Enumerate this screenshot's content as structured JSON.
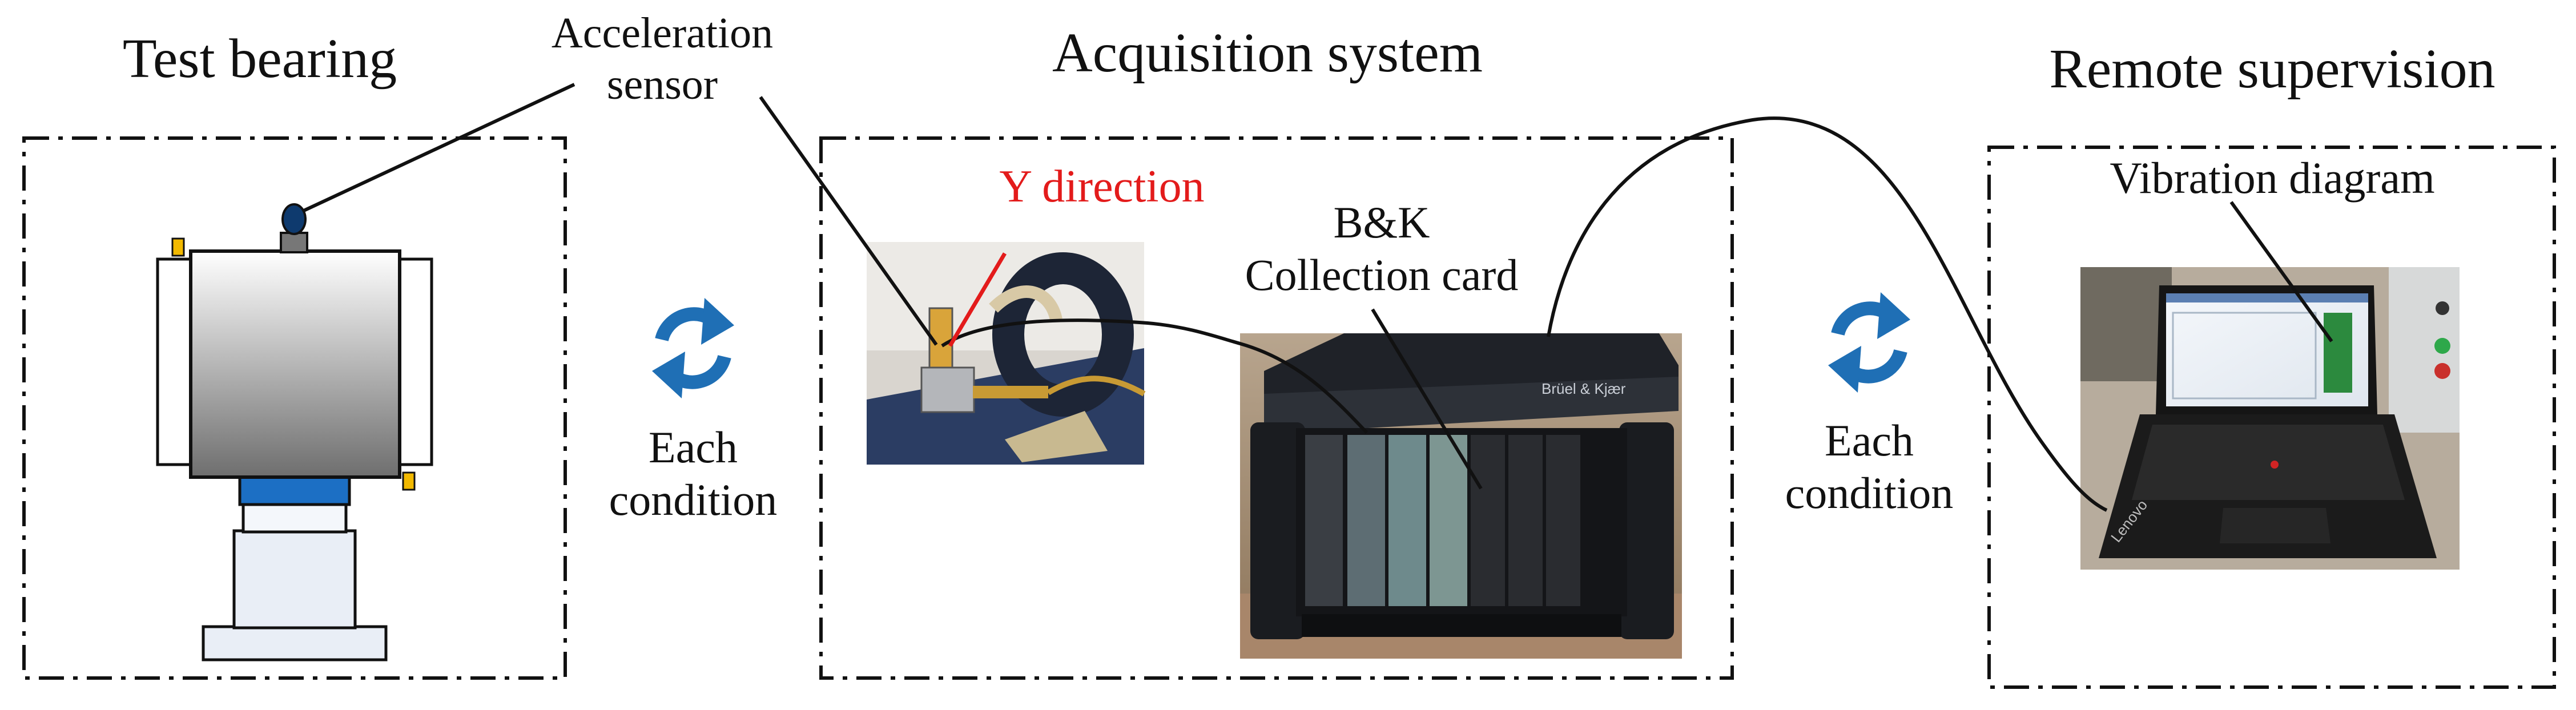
{
  "labels": {
    "test_bearing": "Test bearing",
    "acceleration_sensor_line1": "Acceleration",
    "acceleration_sensor_line2": "sensor",
    "acquisition_system": "Acquisition system",
    "remote_supervision": "Remote supervision",
    "y_direction": "Y direction",
    "bk_line1": "B&K",
    "bk_line2": "Collection card",
    "vibration_diagram": "Vibration diagram",
    "each_condition_line1": "Each",
    "each_condition_line2": "condition"
  },
  "device_text": {
    "card_brand": "Brüel & Kjær",
    "laptop_brand": "Lenovo"
  },
  "colors": {
    "box_line": "#111111",
    "y_direction": "#e31b1b",
    "cycle_arrows": "#1f6fb5",
    "bearing_blue": "#1c6fc4"
  },
  "icons": {
    "cycle": "cycle-arrows-icon"
  }
}
